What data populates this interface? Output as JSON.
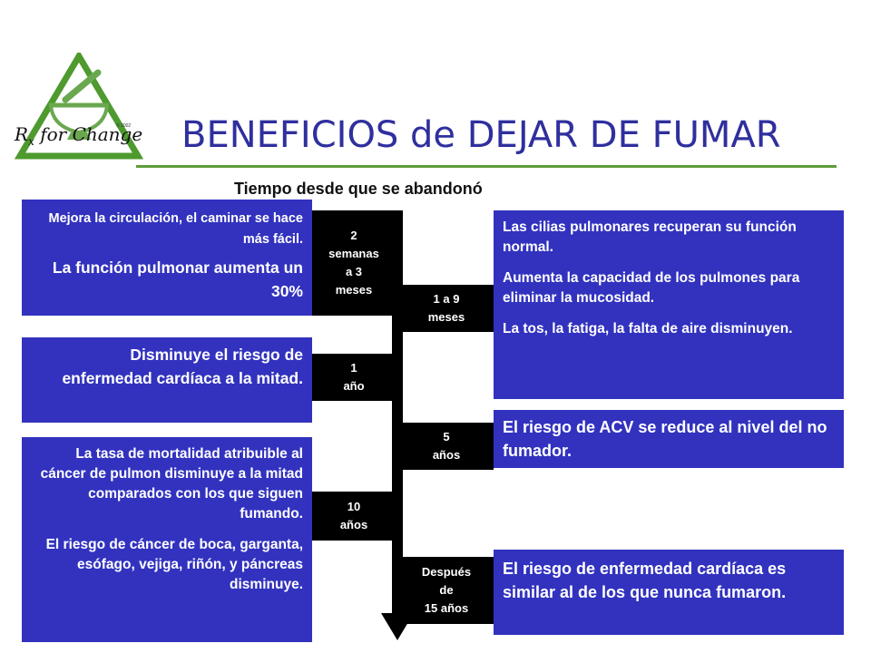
{
  "logo": {
    "text": "R",
    "text_sub": "x",
    "text_rest": " for Change",
    "mark": "© 2002"
  },
  "title": "BENEFICIOS de DEJAR DE FUMAR",
  "subtitle": "Tiempo desde que se abandonó",
  "colors": {
    "box": "#3232bf",
    "title": "#2f2f9e",
    "rule": "#5e9c3a",
    "logo_green": "#4e9a2e"
  },
  "timeline": {
    "labels": [
      {
        "lines": [
          "2",
          "semanas",
          "a 3",
          "meses"
        ]
      },
      {
        "lines": [
          "1 a 9",
          "meses"
        ]
      },
      {
        "lines": [
          "1",
          "año"
        ]
      },
      {
        "lines": [
          "5",
          "años"
        ]
      },
      {
        "lines": [
          "10",
          "años"
        ]
      },
      {
        "lines": [
          "Después",
          "de",
          "15 años"
        ]
      }
    ]
  },
  "left_boxes": [
    {
      "paragraphs": [
        "Mejora la circulación, el caminar se hace más fácil.",
        "La función pulmonar aumenta un 30%"
      ]
    },
    {
      "paragraphs": [
        "Disminuye el riesgo de enfermedad cardíaca a la mitad."
      ]
    },
    {
      "paragraphs": [
        "La tasa de mortalidad atribuible al cáncer de pulmon disminuye a la mitad comparados con los que siguen fumando.",
        "El riesgo de cáncer de boca, garganta, esófago, vejiga, riñón, y páncreas disminuye."
      ]
    }
  ],
  "right_boxes": [
    {
      "paragraphs": [
        "Las cilias pulmonares recuperan su función normal.",
        "Aumenta la capacidad de los pulmones para eliminar la mucosidad.",
        "La tos, la fatiga, la falta de aire disminuyen."
      ]
    },
    {
      "paragraphs": [
        "El riesgo de ACV se reduce al nivel del no fumador."
      ]
    },
    {
      "paragraphs": [
        "El riesgo de enfermedad cardíaca es similar al de los que nunca fumaron."
      ]
    }
  ]
}
